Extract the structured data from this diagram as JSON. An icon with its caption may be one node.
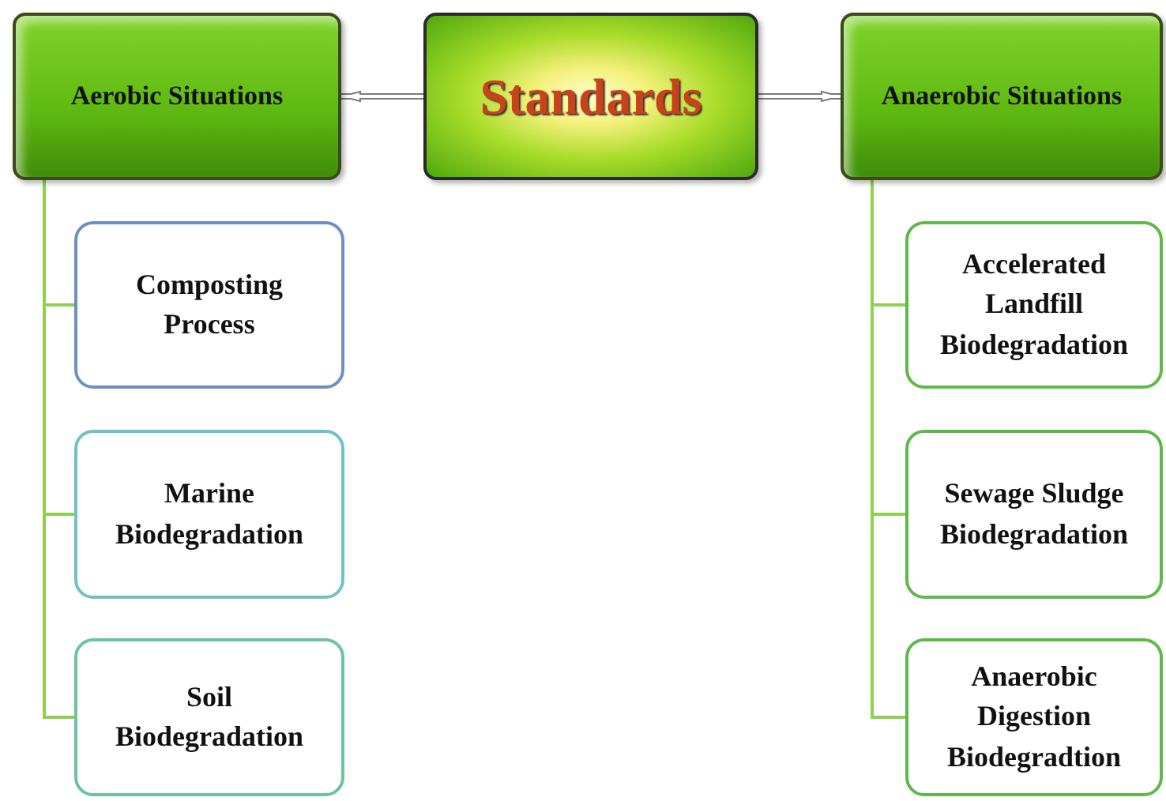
{
  "diagram": {
    "nodes": [
      {
        "text": [
          "Aerobic Situations"
        ]
      },
      {
        "text": [
          "Standards"
        ]
      },
      {
        "text": [
          "Anaerobic Situations"
        ]
      },
      {
        "text": [
          "Composting Process"
        ]
      },
      {
        "text": [
          "Marine Biodegradation"
        ]
      },
      {
        "text": [
          "Soil Biodegradation"
        ]
      },
      {
        "text": [
          "Accelerated Landfill Biodegradation"
        ]
      },
      {
        "text": [
          "Sewage Sludge Biodegradation"
        ]
      },
      {
        "text": [
          "Anaerobic Digestion Biodegradtion"
        ]
      }
    ],
    "edges": [
      {
        "from": 1,
        "to": 0,
        "arrow": "to",
        "style": "thick",
        "color": "#7a7a7a"
      },
      {
        "from": 1,
        "to": 2,
        "arrow": "to",
        "style": "thick",
        "color": "#7a7a7a"
      },
      {
        "from": 0,
        "to": 3,
        "arrow": "none"
      },
      {
        "from": 0,
        "to": 4,
        "arrow": "none"
      },
      {
        "from": 0,
        "to": 5,
        "arrow": "none"
      },
      {
        "from": 2,
        "to": 6,
        "arrow": "none"
      },
      {
        "from": 2,
        "to": 7,
        "arrow": "none"
      },
      {
        "from": 2,
        "to": 8,
        "arrow": "none"
      }
    ]
  }
}
